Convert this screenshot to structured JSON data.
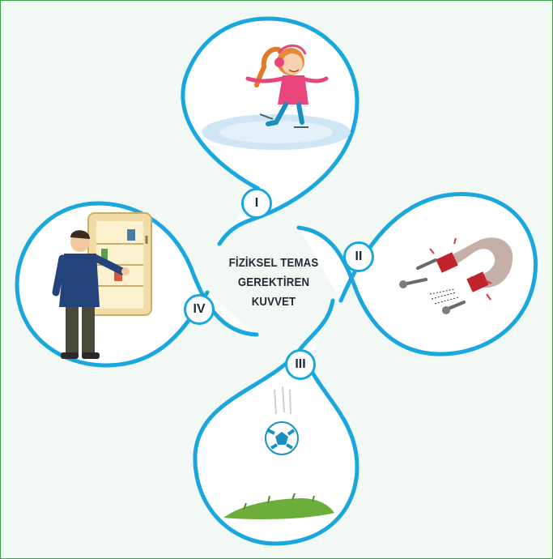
{
  "center_title": {
    "line1": "FİZİKSEL TEMAS",
    "line2": "GEREKTİREN",
    "line3": "KUVVET"
  },
  "badges": {
    "b1": "I",
    "b2": "II",
    "b3": "III",
    "b4": "IV"
  },
  "colors": {
    "frame": "#3aa24a",
    "loop_stroke": "#1aa7dd",
    "background": "#f2f8f4"
  },
  "panels": {
    "top": "skating-girl-icon",
    "right": "magnet-and-nails-icon",
    "bottom": "falling-ball-on-grass-icon",
    "left": "man-opening-refrigerator-icon"
  }
}
